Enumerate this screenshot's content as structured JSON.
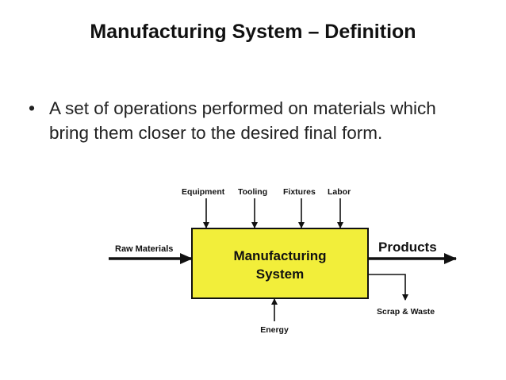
{
  "slide": {
    "title": "Manufacturing System – Definition",
    "bullet_marker": "•",
    "bullet_text": "A set of operations performed on materials which bring them closer to the desired final form."
  },
  "diagram": {
    "box_label_line1": "Manufacturing",
    "box_label_line2": "System",
    "box_fill": "#f2ee3a",
    "inputs_top": [
      "Equipment",
      "Tooling",
      "Fixtures",
      "Labor"
    ],
    "input_left": "Raw Materials",
    "output_right": "Products",
    "output_bottom_right": "Scrap & Waste",
    "input_bottom": "Energy"
  }
}
